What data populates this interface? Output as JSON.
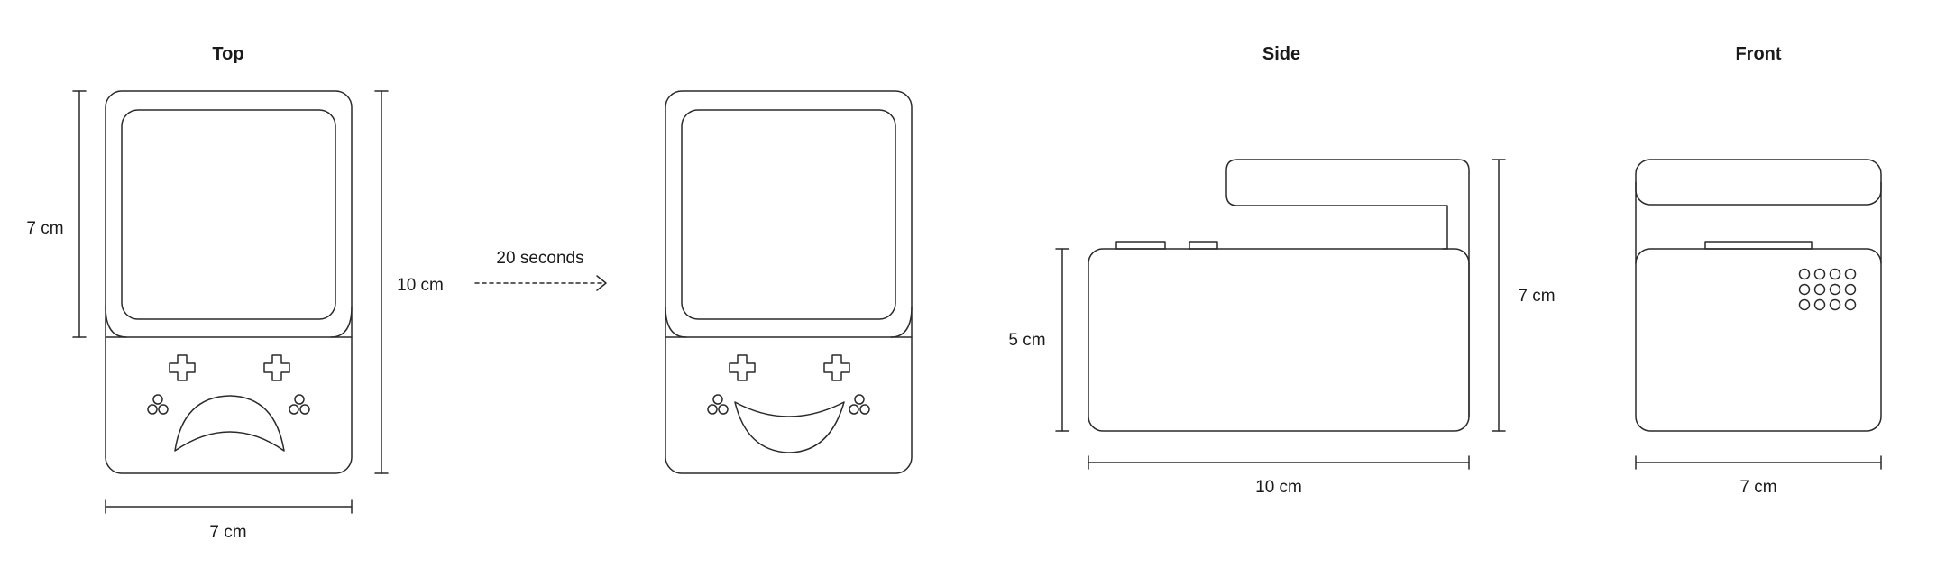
{
  "views": {
    "top": {
      "title": "Top",
      "height_label": "7 cm",
      "total_height_label": "10 cm",
      "width_label": "7 cm"
    },
    "transition": {
      "label": "20 seconds"
    },
    "side": {
      "title": "Side",
      "height_label": "5 cm",
      "total_height_label": "7 cm",
      "width_label": "10 cm"
    },
    "front": {
      "title": "Front",
      "width_label": "7 cm"
    }
  },
  "colors": {
    "stroke": "#2a2a2a",
    "background": "#ffffff",
    "text": "#1a1a1a"
  }
}
